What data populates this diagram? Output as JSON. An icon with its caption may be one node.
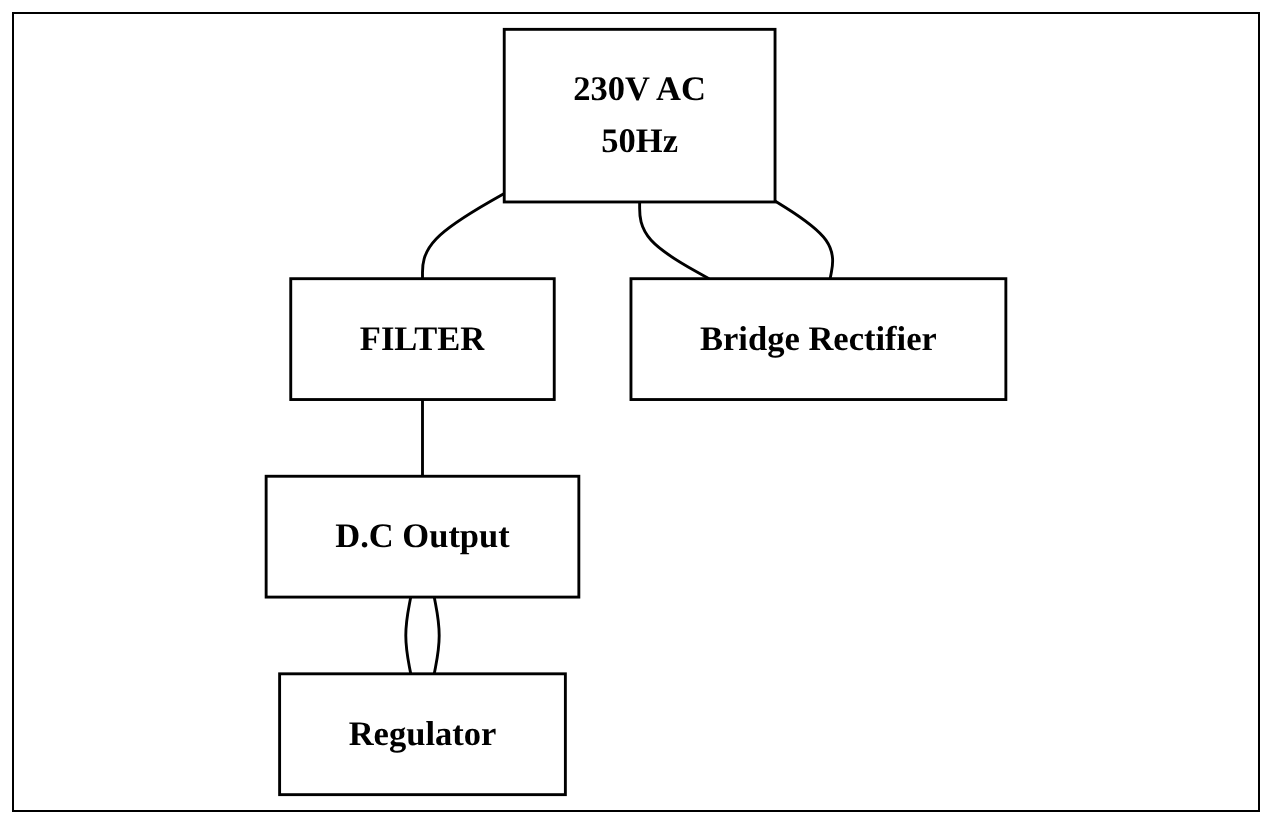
{
  "diagram": {
    "nodes": [
      {
        "text": [
          "230V AC",
          "50Hz"
        ]
      },
      {
        "text": [
          "FILTER"
        ]
      },
      {
        "text": [
          "D.C Output"
        ]
      },
      {
        "text": [
          "Bridge Rectifier"
        ]
      },
      {
        "text": [
          "Regulator"
        ]
      }
    ],
    "edges": [
      {
        "from": 0,
        "to": 1,
        "arrow": "none"
      },
      {
        "from": 1,
        "to": 2,
        "arrow": "none"
      },
      {
        "from": 0,
        "to": 3,
        "arrow": "none"
      },
      {
        "from": 0,
        "to": 3,
        "arrow": "none"
      },
      {
        "from": 2,
        "to": 4,
        "arrow": "none"
      },
      {
        "from": 2,
        "to": 4,
        "arrow": "none"
      }
    ]
  }
}
